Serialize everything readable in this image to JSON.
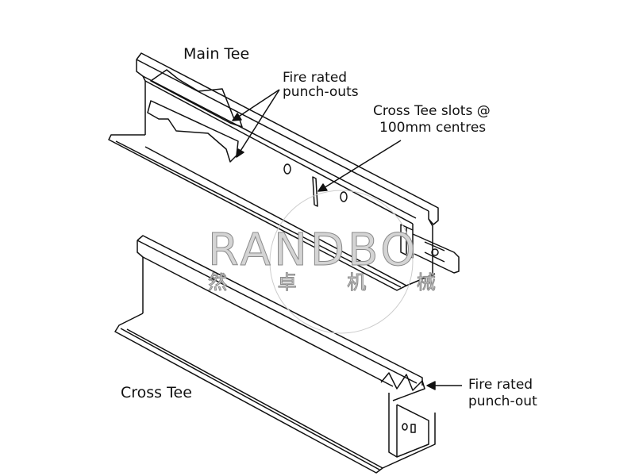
{
  "labels": {
    "main_tee": "Main Tee",
    "fire_rated_punch_outs": [
      "Fire rated",
      "punch-outs"
    ],
    "cross_tee_slots": [
      "Cross Tee slots @",
      "100mm centres"
    ],
    "cross_tee": "Cross Tee",
    "fire_rated_punch_out": [
      "Fire rated",
      "punch-out"
    ]
  },
  "watermark": {
    "brand": "RANDBO",
    "chinese": "然 卓 机 械"
  },
  "colors": {
    "line": "#111111",
    "watermark": "#bbbbbb"
  }
}
